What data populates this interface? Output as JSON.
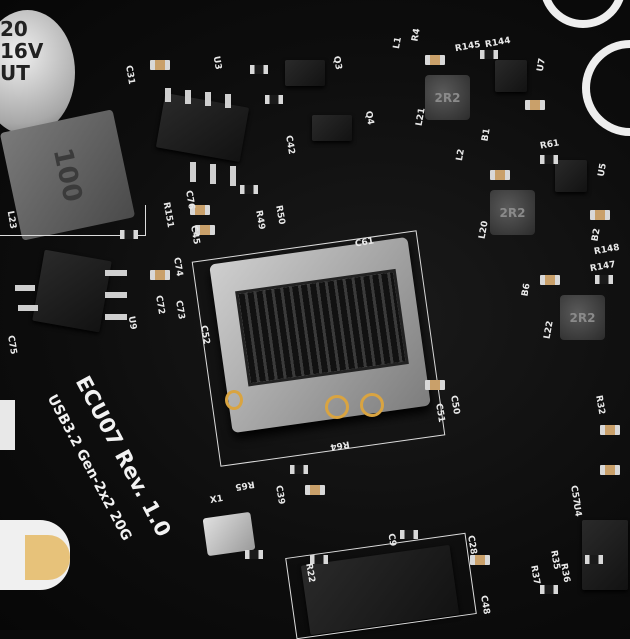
{
  "board": {
    "title": "ECU07 Rev. 1.0",
    "subtitle": "USB3.2 Gen-2x2 20G"
  },
  "capacitor_marking": [
    "20",
    "16V",
    "UT"
  ],
  "inductor_markings": {
    "main": "100",
    "small": "2R2"
  },
  "silk_labels": [
    "L1",
    "R4",
    "R145",
    "R144",
    "U7",
    "L21",
    "B1",
    "L2",
    "R61",
    "U5",
    "L20",
    "B2",
    "R148",
    "R147",
    "B6",
    "L22",
    "C31",
    "U3",
    "Q3",
    "Q4",
    "C42",
    "C76",
    "R151",
    "C45",
    "R49",
    "R50",
    "C74",
    "C72",
    "C73",
    "C75",
    "U9",
    "L23",
    "C61",
    "C52",
    "C50",
    "C51",
    "R64",
    "R65",
    "X1",
    "C39",
    "C9",
    "C28",
    "R22",
    "C57",
    "R32",
    "R35",
    "R36",
    "R37",
    "C48",
    "U4"
  ],
  "colors": {
    "pcb": "#0b0b0b",
    "silkscreen": "#e8e8e8",
    "metal": "#b8b8b8"
  }
}
